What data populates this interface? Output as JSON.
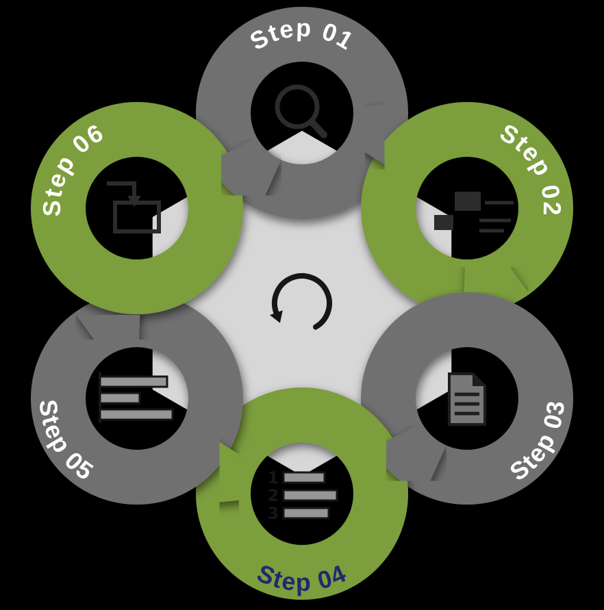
{
  "diagram": {
    "kind": "six-step-interlocking-rings-cycle",
    "center_icon": "refresh-cycle"
  },
  "colors": {
    "background": "#000000",
    "gray": "#6f7070",
    "green": "#7c9e3e",
    "hexagon": "#d7d7d7",
    "icon": "#2c2c2c",
    "icon_fill": "#969696",
    "center_icon": "#161616",
    "label_light": "#ffffff",
    "label_dark": "#23286e"
  },
  "steps": [
    {
      "label": "Step 01",
      "color": "#6f7070",
      "label_color": "#ffffff",
      "icon": "magnifier"
    },
    {
      "label": "Step 02",
      "color": "#7c9e3e",
      "label_color": "#ffffff",
      "icon": "workflow-boxes"
    },
    {
      "label": "Step 03",
      "color": "#6f7070",
      "label_color": "#ffffff",
      "icon": "document"
    },
    {
      "label": "Step 04",
      "color": "#7c9e3e",
      "label_color": "#23286e",
      "icon": "numbered-list",
      "list_numbers": [
        "1",
        "2",
        "3"
      ]
    },
    {
      "label": "Step 05",
      "color": "#6f7070",
      "label_color": "#ffffff",
      "icon": "bar-chart"
    },
    {
      "label": "Step 06",
      "color": "#7c9e3e",
      "label_color": "#ffffff",
      "icon": "inbox-arrow"
    }
  ]
}
